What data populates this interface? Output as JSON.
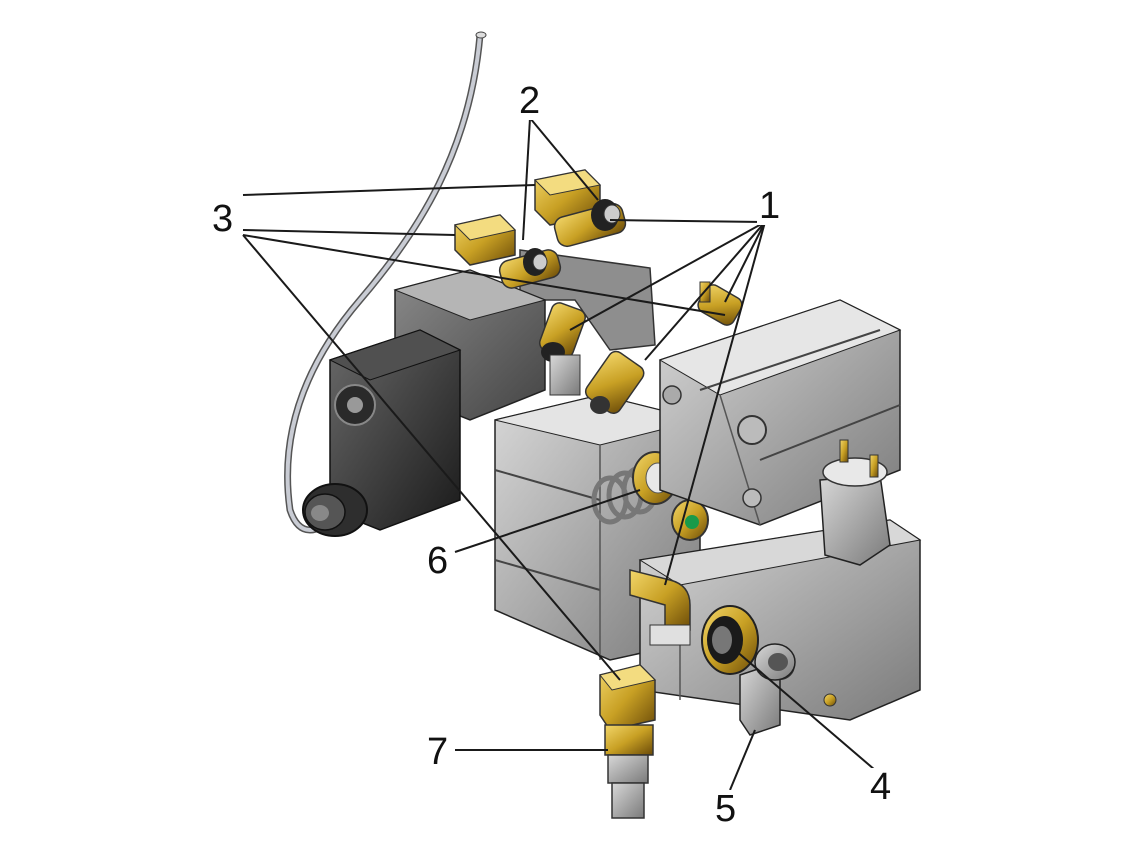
{
  "callouts": {
    "c1": "1",
    "c2": "2",
    "c3": "3",
    "c4": "4",
    "c5": "5",
    "c6": "6",
    "c7": "7"
  },
  "colors": {
    "brass": "#c8a024",
    "brass_dark": "#7a5a10",
    "body_grey": "#9a9a9a",
    "body_dark": "#3a3a3a",
    "leader": "#1a1a1a"
  }
}
